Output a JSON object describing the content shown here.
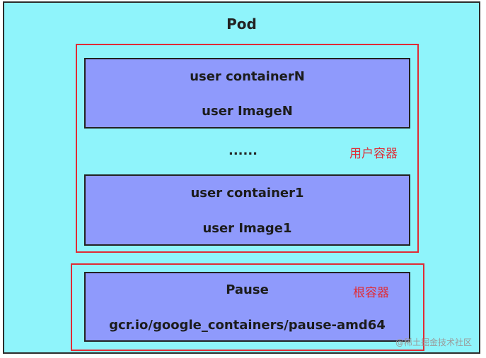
{
  "pod": {
    "title": "Pod"
  },
  "user_containers_group": {
    "label": "用户容器",
    "containers": [
      {
        "name": "user containerN",
        "image": "user ImageN"
      },
      {
        "name": "user container1",
        "image": "user Image1"
      }
    ],
    "ellipsis": "......"
  },
  "root_container_group": {
    "label": "根容器",
    "container": {
      "name": "Pause",
      "image": "gcr.io/google_containers/pause-amd64"
    }
  },
  "watermark": "@稀土掘金技术社区",
  "colors": {
    "pod_fill": "#8ff4fb",
    "container_fill": "#8f9afc",
    "group_border": "#e02b35",
    "label_color": "#e02b35"
  }
}
